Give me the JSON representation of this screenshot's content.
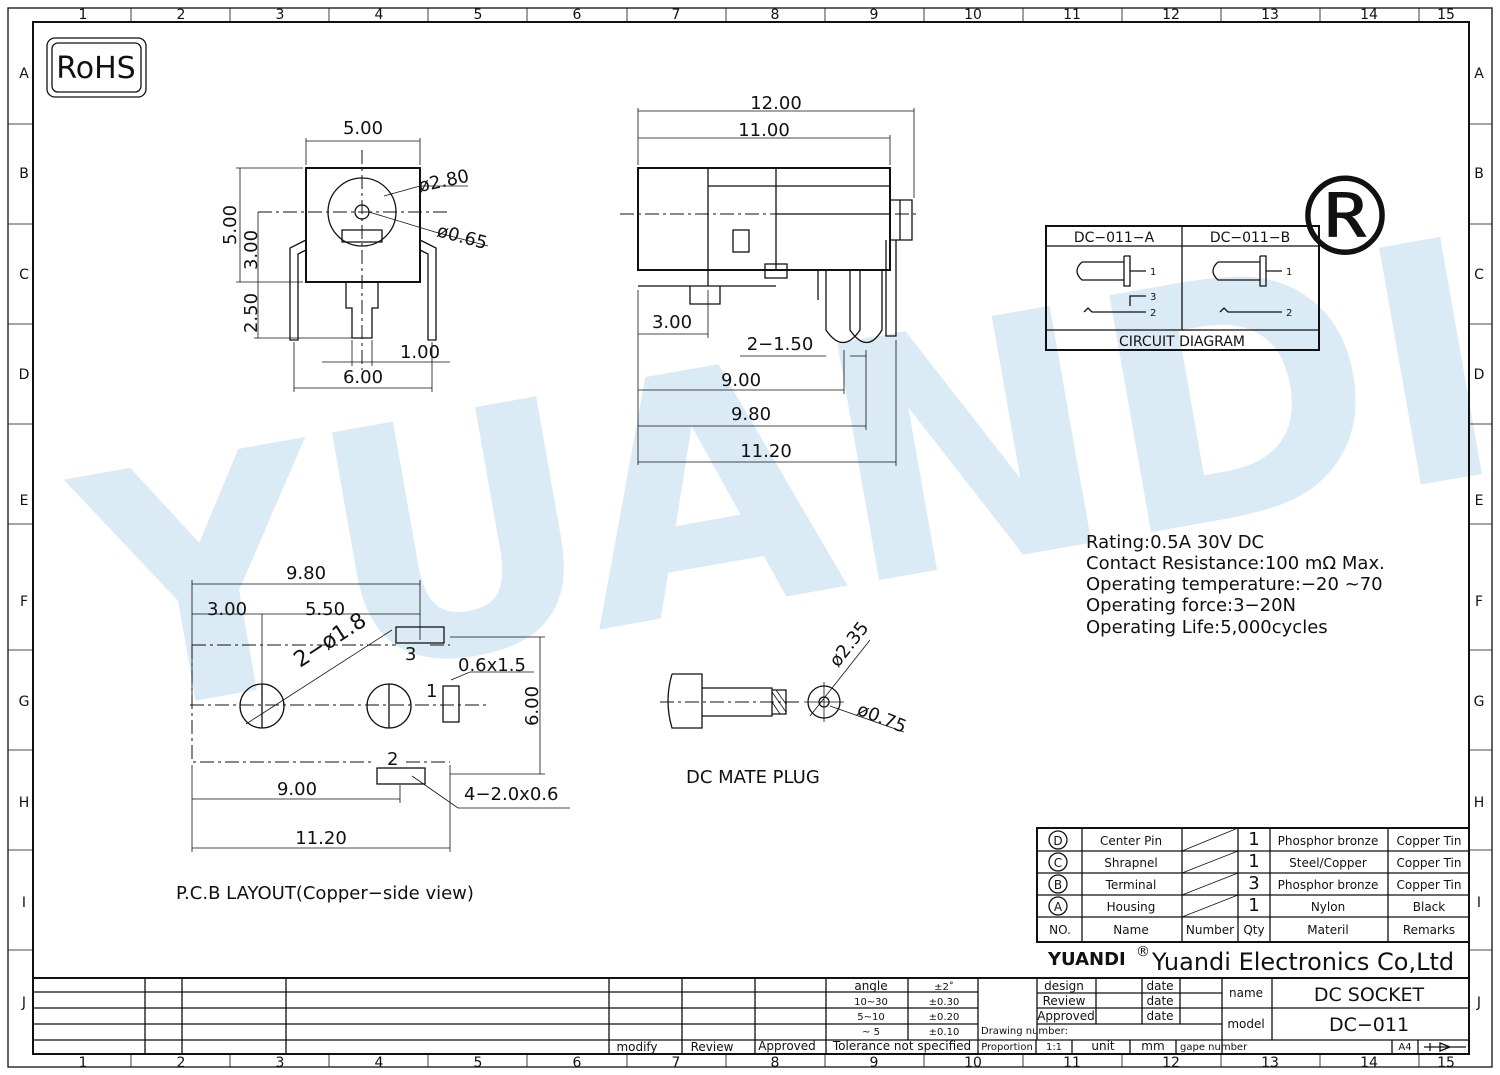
{
  "logo": {
    "rohs": "RoHS"
  },
  "grid": {
    "cols": [
      "1",
      "2",
      "3",
      "4",
      "5",
      "6",
      "7",
      "8",
      "9",
      "10",
      "11",
      "12",
      "13",
      "14",
      "15"
    ],
    "rows": [
      "A",
      "B",
      "C",
      "D",
      "E",
      "F",
      "G",
      "H",
      "I",
      "J"
    ]
  },
  "front_view": {
    "dim_top": "5.00",
    "dim_hole": "ø2.80",
    "dim_pin": "ø0.65",
    "dim_height": "5.00",
    "dim_center": "3.00",
    "dim_lower": "2.50",
    "dim_pin_w": "1.00",
    "dim_width": "6.00"
  },
  "side_view": {
    "dim_12": "12.00",
    "dim_11": "11.00",
    "dim_3": "3.00",
    "dim_2x150": "2−1.50",
    "dim_9": "9.00",
    "dim_980": "9.80",
    "dim_1120": "11.20"
  },
  "circuit": {
    "col_a": "DC−011−A",
    "col_b": "DC−011−B",
    "caption": "CIRCUIT  DIAGRAM",
    "pins": [
      "1",
      "3",
      "2"
    ]
  },
  "specs": [
    "Rating:0.5A  30V  DC",
    "Contact  Resistance:100  mΩ  Max.",
    "Operating  temperature:−20   ~70",
    "Operating  force:3−20N",
    "Operating  Life:5,000cycles"
  ],
  "pcb": {
    "dim_980": "9.80",
    "dim_300": "3.00",
    "dim_550": "5.50",
    "dim_holes": "2−ø1.8",
    "dim_slot": "0.6x1.5",
    "dim_600": "6.00",
    "dim_900": "9.00",
    "dim_slots": "4−2.0x0.6",
    "dim_1120": "11.20",
    "pin1": "1",
    "pin2": "2",
    "pin3": "3",
    "caption": "P.C.B  LAYOUT(Copper−side  view)"
  },
  "plug": {
    "dim_235": "ø2.35",
    "dim_075": "ø0.75",
    "caption": "DC  MATE  PLUG"
  },
  "bom": {
    "rows": [
      {
        "no": "D",
        "name": "Center Pin",
        "qty": "1",
        "material": "Phosphor bronze",
        "remarks": "Copper Tin"
      },
      {
        "no": "C",
        "name": "Shrapnel",
        "qty": "1",
        "material": "Steel/Copper",
        "remarks": "Copper Tin"
      },
      {
        "no": "B",
        "name": "Terminal",
        "qty": "3",
        "material": "Phosphor bronze",
        "remarks": "Copper Tin"
      },
      {
        "no": "A",
        "name": "Housing",
        "qty": "1",
        "material": "Nylon",
        "remarks": "Black"
      }
    ],
    "header": {
      "no": "NO.",
      "name": "Name",
      "number": "Number",
      "qty": "Qty",
      "material": "Materil",
      "remarks": "Remarks"
    }
  },
  "title_block": {
    "brand": "YUANDI",
    "reg": "®",
    "company": "Yuandi Electronics Co,Ltd",
    "angle": "angle",
    "angle_tol": "±2˚",
    "tol_rows": [
      {
        "range": "10~30",
        "tol": "±0.30"
      },
      {
        "range": "5~10",
        "tol": "±0.20"
      },
      {
        "range": "~ 5",
        "tol": "±0.10"
      }
    ],
    "tol_caption": "Tolerance  not  specified",
    "modify": "modify",
    "review": "Review",
    "approved": "Approved",
    "design": "design",
    "review2": "Review",
    "approved2": "Approved",
    "date": "date",
    "drawing_number": "Drawing  number:",
    "proportion": "Proportion",
    "ratio": "1:1",
    "unit": "unit",
    "mm": "mm",
    "gape_number": "gape  number",
    "name_label": "name",
    "name_value": "DC  SOCKET",
    "model_label": "model",
    "model_value": "DC−011",
    "paper": "A4"
  },
  "watermark": {
    "text": "YUANDI",
    "reg": "®"
  }
}
